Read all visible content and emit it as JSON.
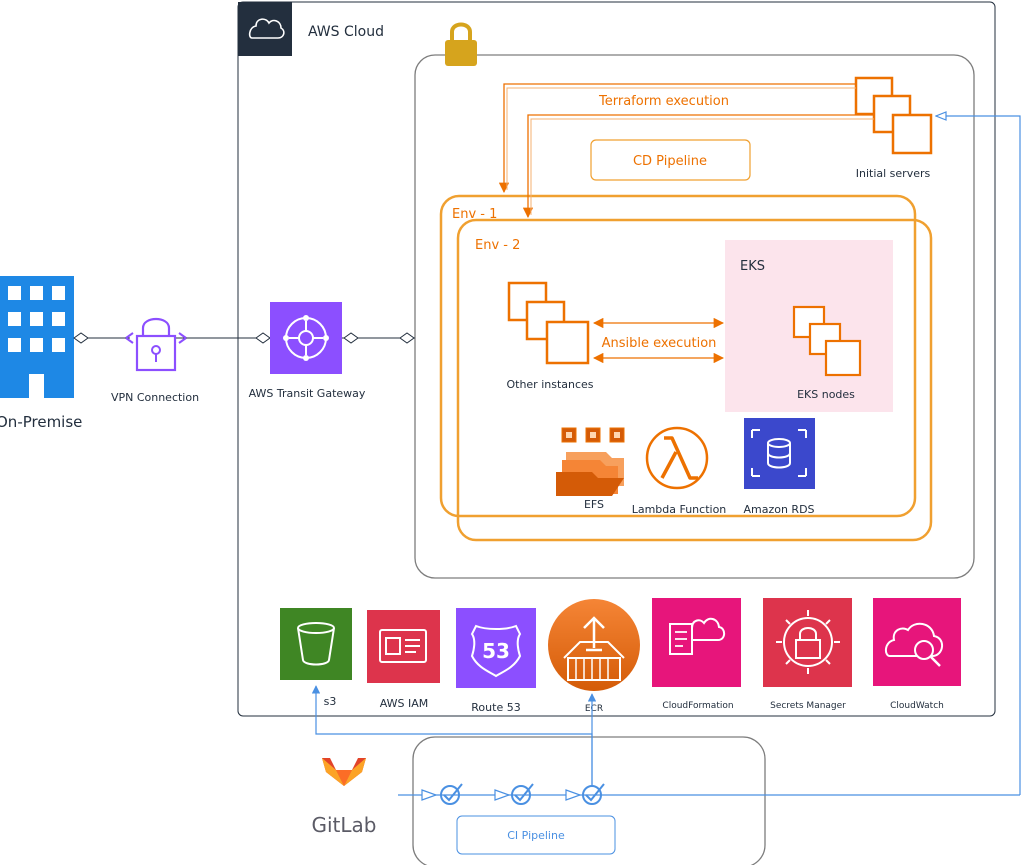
{
  "cloud": {
    "title": "AWS Cloud"
  },
  "onprem": {
    "label": "On-Premise"
  },
  "vpn": {
    "label": "VPN Connection"
  },
  "tgw": {
    "label": "AWS Transit Gateway"
  },
  "pipeline": {
    "terraform_label": "Terraform execution",
    "cd_label": "CD Pipeline",
    "initial_servers_label": "Initial servers"
  },
  "envs": {
    "env1_label": "Env - 1",
    "env2_label": "Env - 2"
  },
  "eks": {
    "title": "EKS",
    "nodes_label": "EKS nodes"
  },
  "instances": {
    "label": "Other instances",
    "ansible_label": "Ansible execution"
  },
  "storage": {
    "efs_label": "EFS",
    "lambda_label": "Lambda Function",
    "rds_label": "Amazon RDS"
  },
  "services": {
    "s3": "s3",
    "iam": "AWS IAM",
    "route53": "Route 53",
    "route53_badge": "53",
    "ecr": "ECR",
    "cloudformation": "CloudFormation",
    "secrets": "Secrets Manager",
    "cloudwatch": "CloudWatch"
  },
  "ci": {
    "gitlab_label": "GitLab",
    "pipeline_label": "CI Pipeline"
  },
  "colors": {
    "orange": "#ED7100",
    "env_orange": "#F0A030",
    "purple": "#8C4FFF",
    "blue_link": "#4A90E2",
    "green_s3": "#3F8624",
    "red": "#DD344C",
    "pink": "#E7157B",
    "rds_blue": "#3B48CC",
    "eks_bg": "#FCE4EC",
    "building_blue": "#1E88E5",
    "gitlab_gray": "#5B5B66"
  }
}
